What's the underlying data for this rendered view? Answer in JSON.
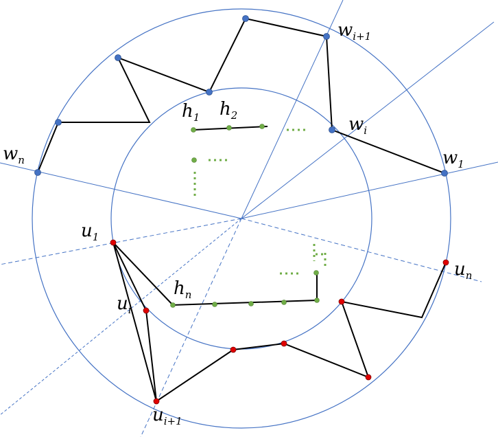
{
  "labels": {
    "w_i1": {
      "base": "w",
      "sub": "i+1"
    },
    "w_i": {
      "base": "w",
      "sub": "i"
    },
    "w_1": {
      "base": "w",
      "sub": "1"
    },
    "w_n": {
      "base": "w",
      "sub": "n"
    },
    "h_1": {
      "base": "h",
      "sub": "1"
    },
    "h_2": {
      "base": "h",
      "sub": "2"
    },
    "h_n": {
      "base": "h",
      "sub": "n"
    },
    "u_1": {
      "base": "u",
      "sub": "1"
    },
    "u_i": {
      "base": "u",
      "sub": "i"
    },
    "u_n": {
      "base": "u",
      "sub": "n"
    },
    "u_i1": {
      "base": "u",
      "sub": "i+1"
    }
  },
  "ellipsis_text": "...",
  "colors": {
    "circle": "#4472c4",
    "ray": "#4472c4",
    "edge": "#000000",
    "w_node": "#4472c4",
    "u_node": "#e00000",
    "h_node": "#70ad47",
    "green_dots": "#70ad47"
  }
}
